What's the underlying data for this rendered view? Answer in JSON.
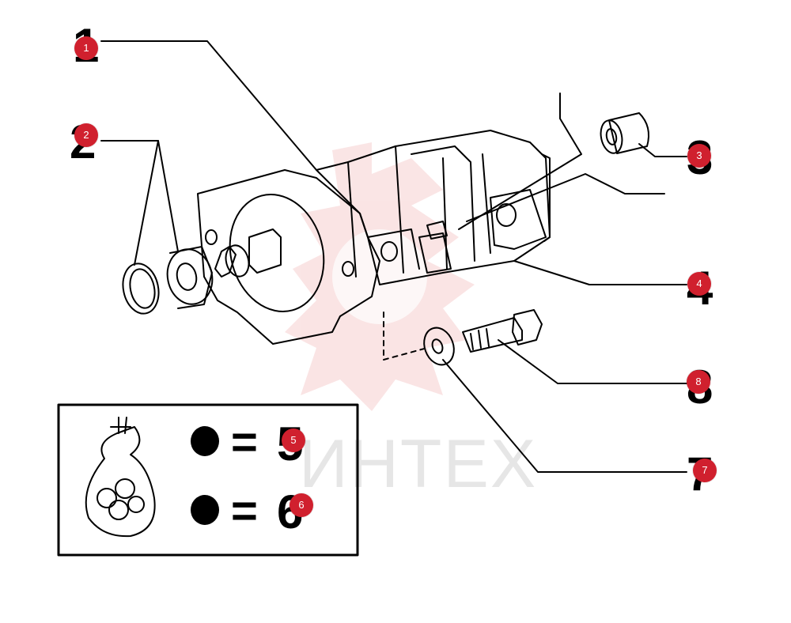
{
  "watermark": {
    "text": "ИНТЕХ",
    "color": "#e6e6e6",
    "logo_color": "#f2c4c4"
  },
  "accent_color": "#d0202e",
  "parts": [
    {
      "label": "1"
    },
    {
      "label": "2"
    },
    {
      "label": "3"
    },
    {
      "label": "4"
    },
    {
      "label": "5"
    },
    {
      "label": "6"
    },
    {
      "label": "7"
    },
    {
      "label": "8"
    }
  ],
  "legend": {
    "equals_sign": "=",
    "kit_icon": "parts-bag-icon"
  }
}
